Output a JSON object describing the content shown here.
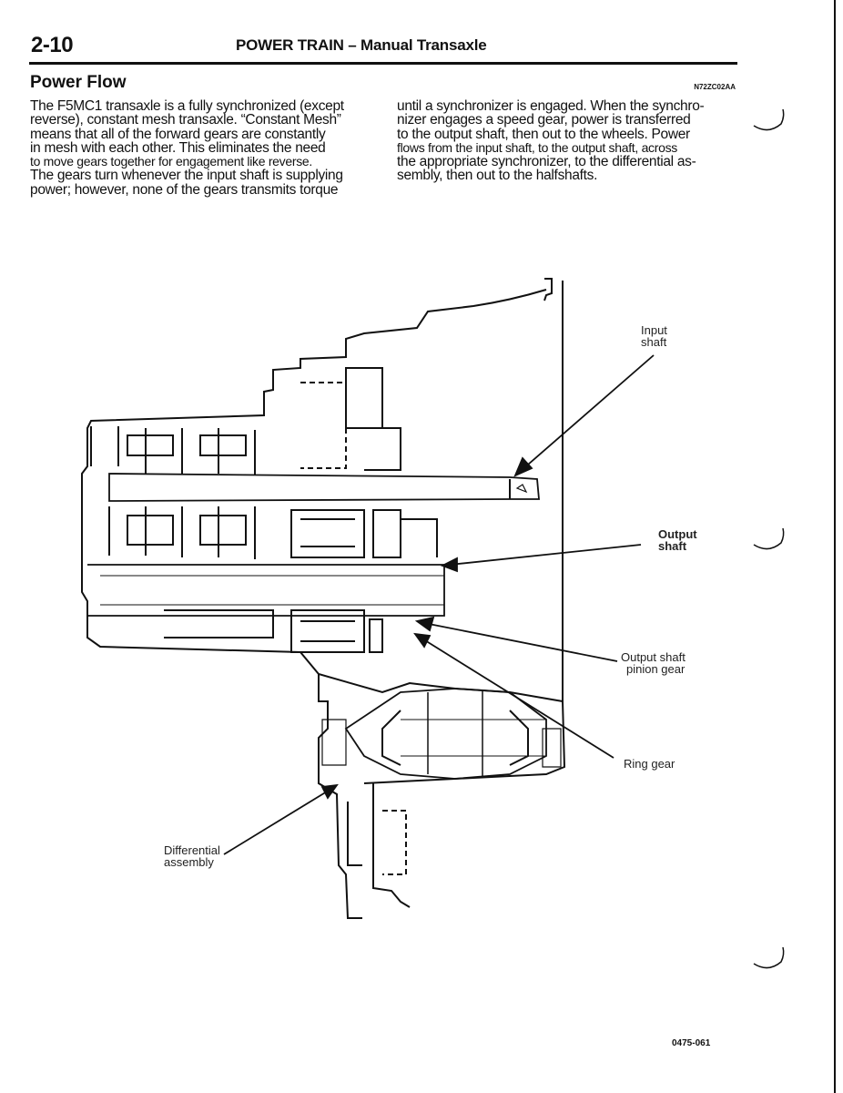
{
  "header": {
    "page_number": "2-10",
    "section_title": "POWER TRAIN – Manual Transaxle"
  },
  "subsection": {
    "title": "Power Flow",
    "code": "N72ZC02AA"
  },
  "body": {
    "left_lines": [
      "The F5MC1 transaxle is a fully synchronized (except",
      "reverse), constant mesh transaxle. “Constant Mesh”",
      "means that all of the forward gears are constantly",
      "in mesh with each other. This eliminates the need",
      "to move gears together for engagement like reverse.",
      "The gears turn whenever the input shaft is supplying",
      "power; however, none of the gears transmits torque"
    ],
    "right_lines": [
      "until a synchronizer is engaged. When the synchro-",
      "nizer engages a speed gear, power is transferred",
      "to the output shaft, then out to the wheels. Power",
      "flows from the input shaft, to the output shaft, across",
      "the appropriate synchronizer, to the differential as-",
      "sembly, then out to the halfshafts."
    ]
  },
  "figure": {
    "labels": {
      "input_shaft": [
        "Input",
        "shaft"
      ],
      "output_shaft": [
        "Output",
        "shaft"
      ],
      "output_pinion": [
        "Output shaft",
        "pinion gear"
      ],
      "ring_gear": "Ring gear",
      "differential": [
        "Differential",
        "assembly"
      ]
    },
    "code": "0475-061"
  }
}
